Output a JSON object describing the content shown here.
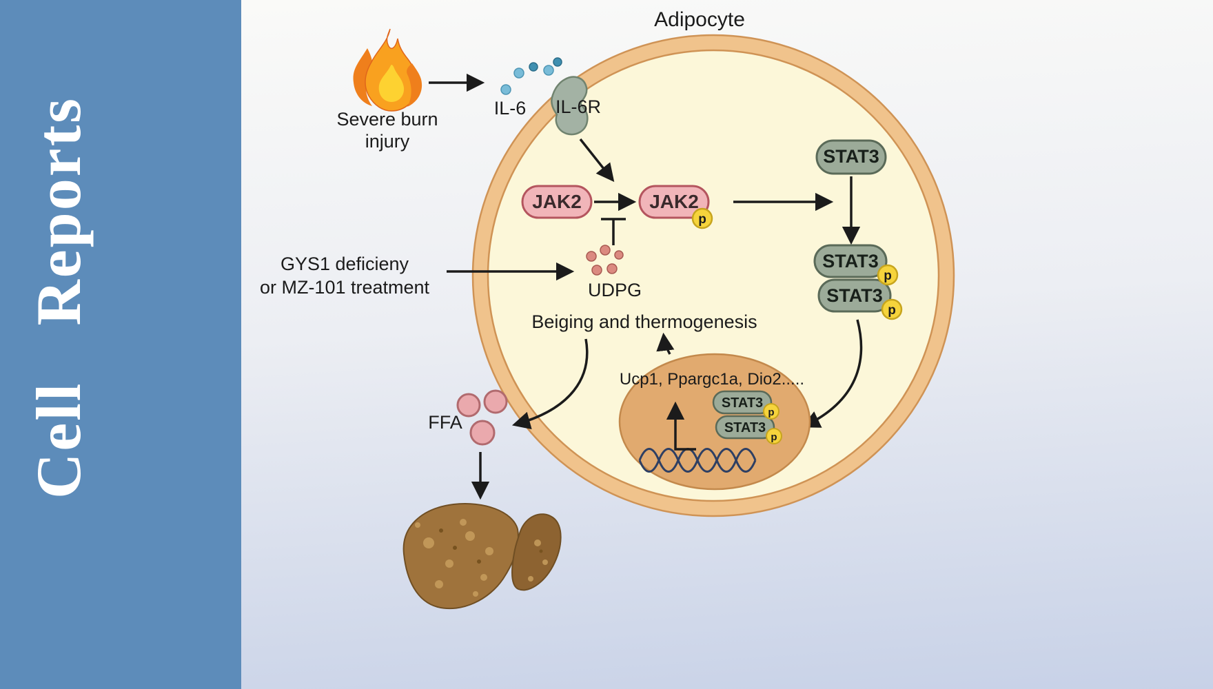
{
  "journal": {
    "name": "Cell Reports"
  },
  "figure": {
    "title": "Adipocyte",
    "labels": {
      "severe_burn_line1": "Severe burn",
      "severe_burn_line2": "injury",
      "il6": "IL-6",
      "il6r": "IL-6R",
      "jak2": "JAK2",
      "phospho": "p",
      "stat3": "STAT3",
      "gys1_line1": "GYS1 deficieny",
      "gys1_line2": "or MZ-101 treatment",
      "udpg": "UDPG",
      "beiging": "Beiging and thermogenesis",
      "target_genes": "Ucp1, Ppargc1a, Dio2.....",
      "ffa": "FFA"
    },
    "colors": {
      "sidebar_blue": "#5d8cba",
      "membrane_ring": "#f0c38c",
      "cytoplasm": "#fcf7d9",
      "jak2_fill": "#f1b5b9",
      "stat3_fill": "#9cab99",
      "phospho_yellow": "#f6d43c",
      "nucleus_fill": "#e1aa6f",
      "il6_dot_blue": "#79bcd8",
      "udpg_dot": "#db8a80",
      "ffa_fill": "#eaa9ad",
      "liver_brown": "#9f733c",
      "arrow_black": "#1b1b1b"
    }
  }
}
